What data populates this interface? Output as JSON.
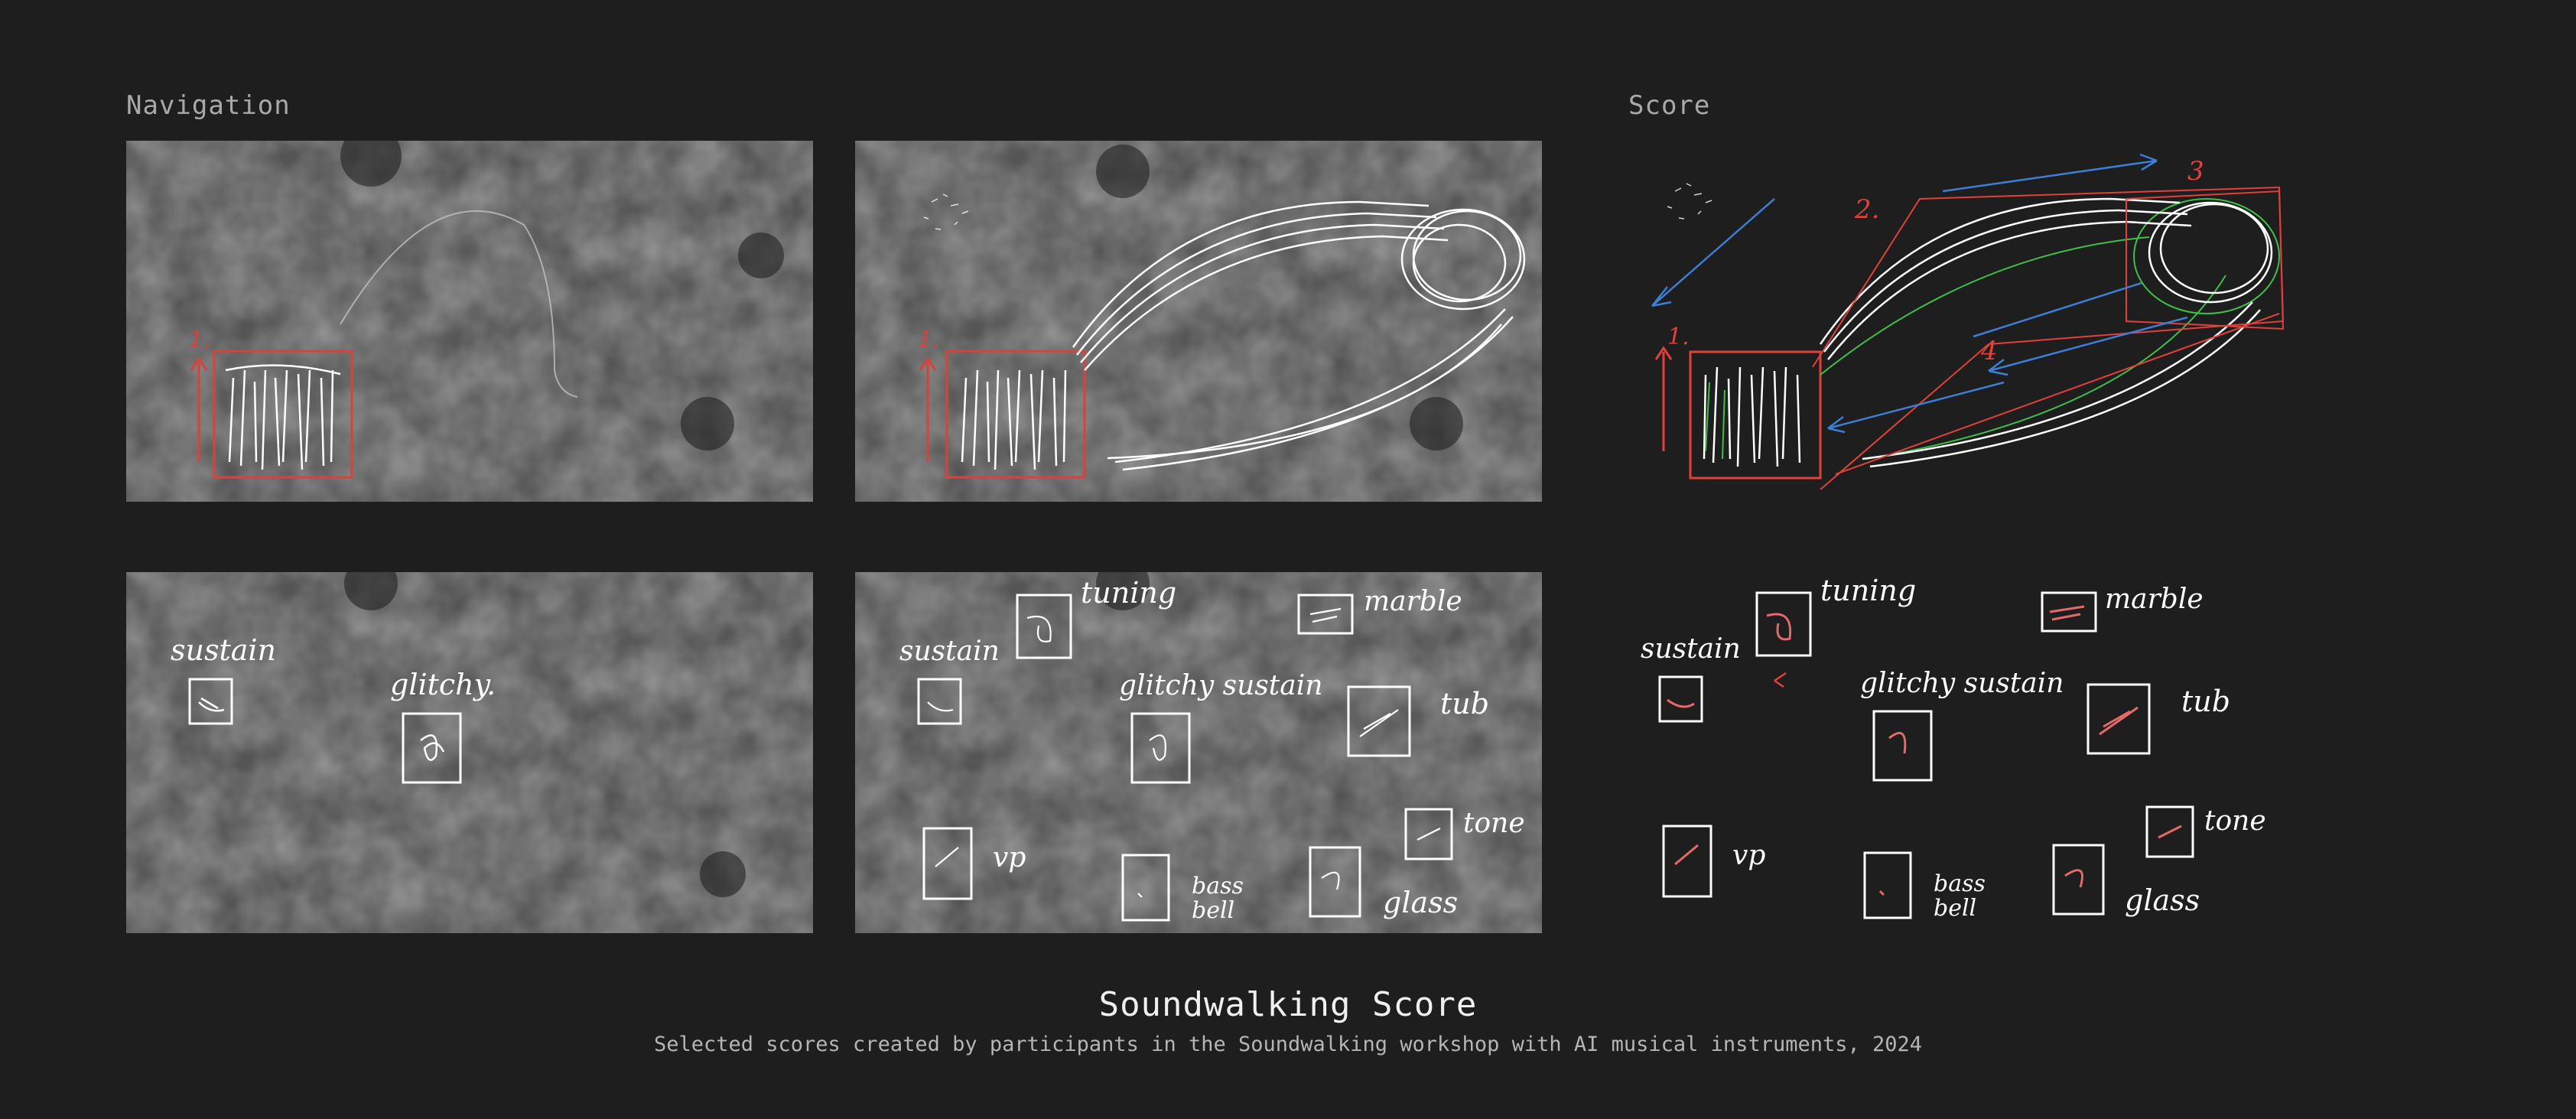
{
  "sections": {
    "navigation": "Navigation",
    "score": "Score"
  },
  "labels": {
    "step1": "1.",
    "step2": "2.",
    "step3": "3",
    "step4": "4",
    "sustain": "sustain",
    "glitchy": "glitchy.",
    "glitchy_sustain": "glitchy sustain",
    "tuning": "tuning",
    "marble": "marble",
    "tub": "tub",
    "tone": "tone",
    "vp": "vp",
    "bass_bell_1": "bass",
    "bass_bell_2": "bell",
    "glass": "glass"
  },
  "caption": {
    "title": "Soundwalking Score",
    "subtitle": "Selected scores created by participants in the Soundwalking workshop with AI musical instruments, 2024"
  },
  "colors": {
    "background": "#1e1e1e",
    "ink_white": "#ffffff",
    "ink_red": "#e0413a",
    "ink_blue": "#3d7fd6",
    "ink_green": "#3fbf4a",
    "label_gray": "#a9a9a9"
  }
}
